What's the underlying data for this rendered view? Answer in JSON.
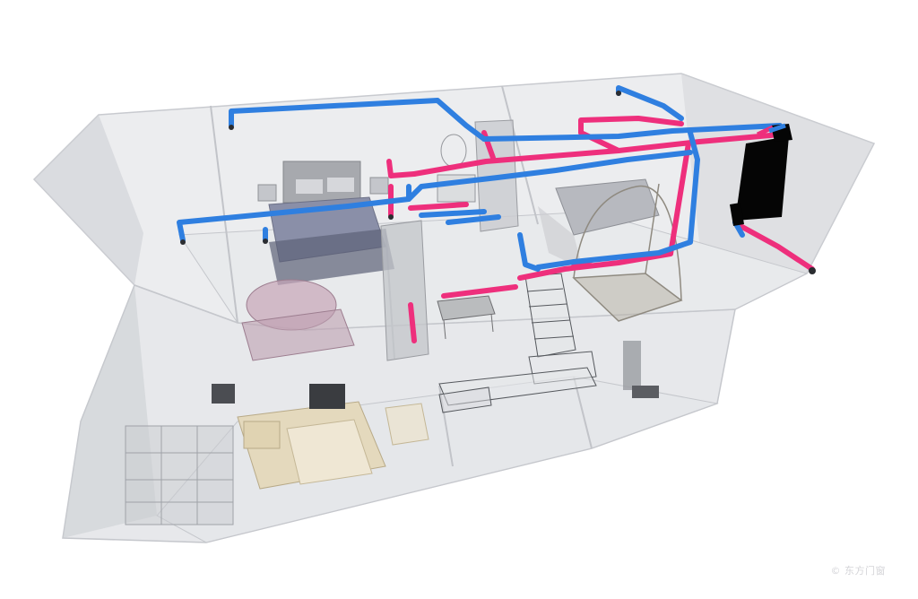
{
  "colors": {
    "supply_duct": "#2f7fe0",
    "extract_duct": "#ee2f7c",
    "building_shell": "#d6d8dc",
    "ventilation_unit": "#050505"
  },
  "components": {
    "ventilation_unit": "mvhr-unit",
    "supply_network": "blue-supply-ducts",
    "extract_network": "pink-extract-ducts"
  },
  "watermark": "© 东方门窗"
}
